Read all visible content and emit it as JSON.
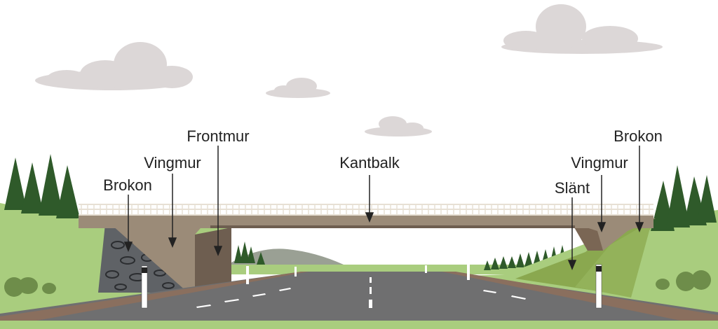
{
  "labels": {
    "frontmur": "Frontmur",
    "vingmur_left": "Vingmur",
    "brokon_left": "Brokon",
    "kantbalk": "Kantbalk",
    "brokon_right": "Brokon",
    "vingmur_right": "Vingmur",
    "slant": "Slänt"
  },
  "colors": {
    "sky": "#ffffff",
    "grass": "#a9cd7e",
    "grass_dark": "#8aa84f",
    "road": "#6f6f70",
    "road_edge": "#8a6f5e",
    "bridge": "#9b8b78",
    "bridge_dark": "#6e5e50",
    "abutment": "#7a6654",
    "stone": "#5f6266",
    "tree": "#2f5a2a",
    "railing": "#e7e0d4",
    "cloud": "#ddd8d8",
    "mountain": "#9aa094",
    "arrow": "#222222"
  }
}
